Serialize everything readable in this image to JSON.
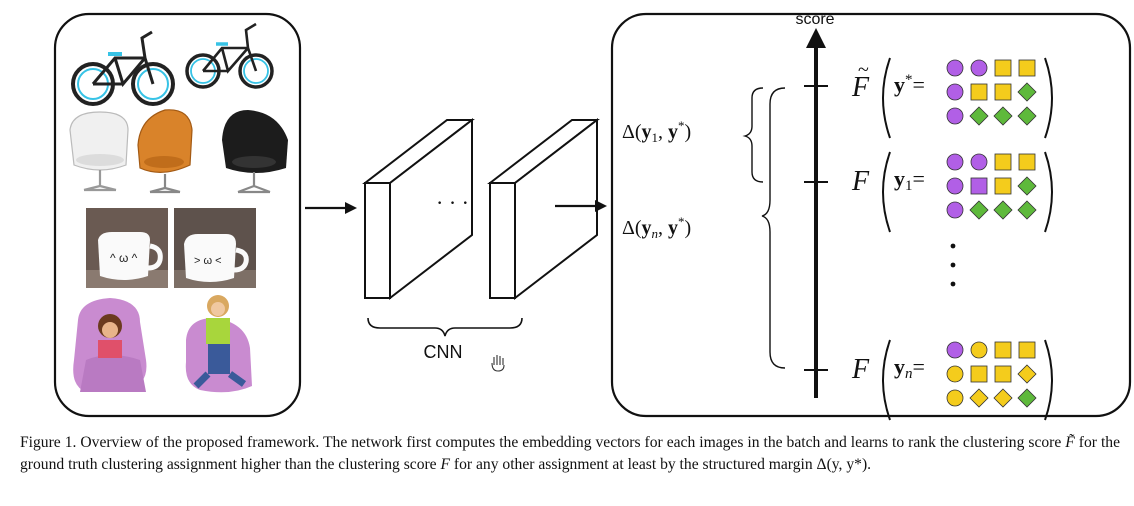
{
  "figure": {
    "cnn_label": "CNN",
    "score_label": "score",
    "dots_h": "· · ·",
    "left_margins": [
      {
        "math": "Δ(y₁, y*)",
        "delta": "Δ",
        "y": "y",
        "sub": "1",
        "sep": ",",
        "ystar": "y",
        "sup": "*"
      },
      {
        "math": "Δ(yₙ, y*)",
        "delta": "Δ",
        "y": "y",
        "sub": "n",
        "sep": ",",
        "ystar": "y",
        "sup": "*"
      }
    ],
    "score_rows": [
      {
        "label": "F̃(y* =",
        "F": "F",
        "tilde": "~",
        "y": "y",
        "script": "*",
        "eq": "=",
        "grid": [
          [
            "circle-purple",
            "circle-purple",
            "square-yellow",
            "square-yellow"
          ],
          [
            "circle-purple",
            "square-yellow",
            "square-yellow",
            "diamond-green"
          ],
          [
            "circle-purple",
            "diamond-green",
            "diamond-green",
            "diamond-green"
          ]
        ]
      },
      {
        "label": "F(y₁ =",
        "F": "F",
        "tilde": "",
        "y": "y",
        "script": "1",
        "eq": "=",
        "grid": [
          [
            "circle-purple",
            "circle-purple",
            "square-yellow",
            "square-yellow"
          ],
          [
            "circle-purple",
            "square-purple",
            "square-yellow",
            "diamond-green"
          ],
          [
            "circle-purple",
            "diamond-green",
            "diamond-green",
            "diamond-green"
          ]
        ]
      },
      {
        "label": "F(yₙ =",
        "F": "F",
        "tilde": "",
        "y": "y",
        "script": "n",
        "eq": "=",
        "grid": [
          [
            "circle-purple",
            "circle-yellow",
            "square-yellow",
            "square-yellow"
          ],
          [
            "circle-yellow",
            "square-yellow",
            "square-yellow",
            "diamond-yellow"
          ],
          [
            "circle-yellow",
            "diamond-yellow",
            "diamond-yellow",
            "diamond-green"
          ]
        ]
      }
    ],
    "colors": {
      "purple": "#b15fe6",
      "yellow": "#f4cc1c",
      "green": "#5eb93b",
      "bike_accent": "#37c3e6",
      "chair_white": "#f0f0f0",
      "chair_orange": "#d9832a",
      "chair_black": "#1c1c1c",
      "mug_bg": "#6a5a52",
      "seat_pink": "#c98bd0"
    },
    "image_groups": [
      "bicycle",
      "egg-chair",
      "face-mug",
      "kids-beanbag-chair"
    ]
  },
  "caption": {
    "line1": "Figure 1. Overview of the proposed framework. The network first computes the embedding vectors for each images in the batch and learns",
    "line2_a": "to rank the clustering score ",
    "line2_F1": "F̃",
    "line2_b": " for the ground truth clustering assignment higher than the clustering score ",
    "line2_F2": "F",
    "line2_c": " for any other assignment at",
    "line3_a": "least by the structured margin ",
    "line3_math": "Δ(y, y*)",
    "line3_b": "."
  }
}
